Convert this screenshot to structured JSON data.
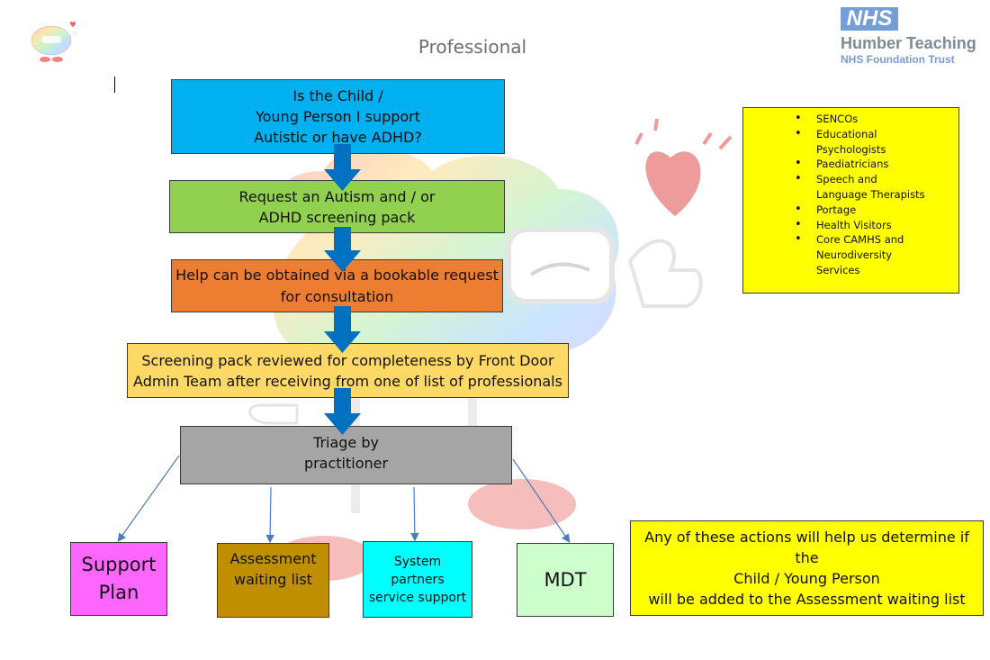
{
  "header": {
    "title": "Professional",
    "logo": {
      "badge": "NHS",
      "organisation": "Humber Teaching",
      "subtitle": "NHS Foundation Trust"
    }
  },
  "flow": {
    "question": "Is the Child /\nYoung Person I support\nAutistic or have ADHD?",
    "request": "Request an Autism and / or\nADHD screening pack",
    "help": "Help can be obtained via a bookable request\nfor consultation",
    "screening": "Screening pack reviewed for completeness by Front Door\nAdmin Team after receiving from one of list of professionals",
    "triage": "Triage by\npractitioner"
  },
  "outcomes": {
    "support_plan": "Support\nPlan",
    "assessment": "Assessment\nwaiting list",
    "system_partners": "System\npartners\nservice support",
    "mdt": "MDT"
  },
  "professionals": [
    "SENCOs",
    "Educational\nPsychologists",
    "Paediatricians",
    "Speech and\nLanguage Therapists",
    "Portage",
    "Health Visitors",
    "Core CAMHS and\nNeurodiversity\nServices"
  ],
  "note": "Any of these actions will help us determine if the\nChild / Young Person\nwill be added to the Assessment waiting list",
  "colors": {
    "question": "#00b0f0",
    "request": "#92d050",
    "help": "#ed7d31",
    "screening": "#ffd966",
    "triage": "#a5a5a5",
    "support_plan": "#ff66ff",
    "assessment": "#bf8f00",
    "system_partners": "#00ffff",
    "mdt": "#ccffcc",
    "note": "#ffff00",
    "arrow": "#0070c0"
  }
}
